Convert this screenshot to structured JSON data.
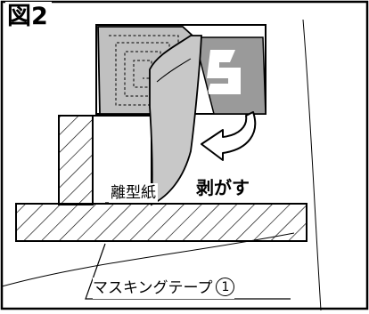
{
  "figure": {
    "title": "図2",
    "labels": {
      "release_paper": "離型紙",
      "peel": "剥がす",
      "masking_tape": "マスキングテープ",
      "masking_tape_number": "1"
    }
  }
}
